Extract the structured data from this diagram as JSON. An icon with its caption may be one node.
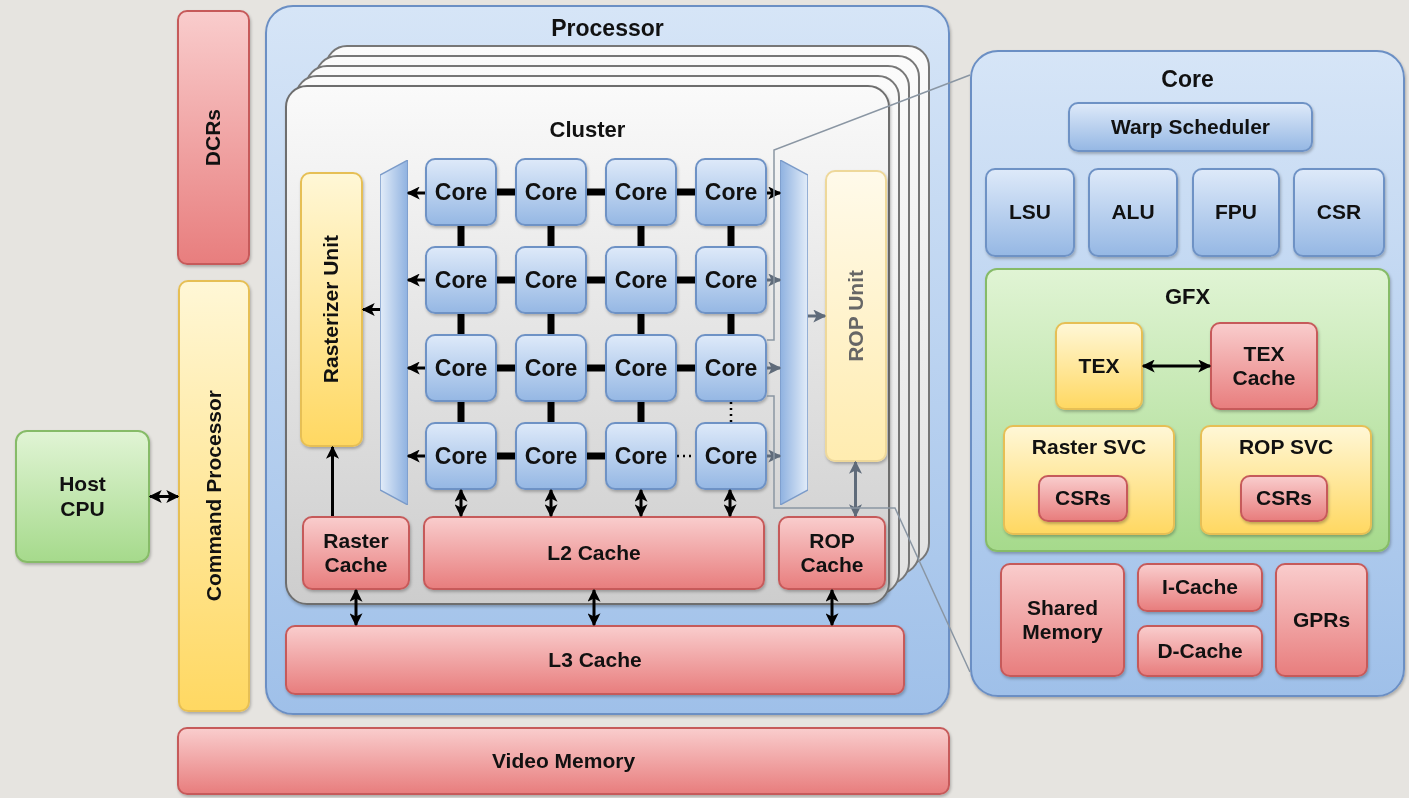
{
  "diagram": {
    "nodes": [
      {
        "text": [
          "DCRs"
        ]
      },
      {
        "text": [
          "Command Processor"
        ]
      },
      {
        "text": [
          "Host CPU"
        ]
      },
      {
        "text": [
          "Processor"
        ]
      },
      {
        "text": [
          "Cluster"
        ],
        "in": 3
      },
      {
        "text": [
          "Rasterizer Unit"
        ],
        "in": 4
      },
      {
        "text": [],
        "shape": "bar",
        "in": 4
      },
      {
        "text": [],
        "shape": "bar",
        "in": 4
      },
      {
        "text": [
          "ROP Unit"
        ],
        "in": 4
      },
      {
        "text": [
          "Core"
        ],
        "in": 4
      },
      {
        "text": [
          "Core"
        ],
        "in": 4
      },
      {
        "text": [
          "Core"
        ],
        "in": 4
      },
      {
        "text": [
          "Core"
        ],
        "in": 4
      },
      {
        "text": [
          "Core"
        ],
        "in": 4
      },
      {
        "text": [
          "Core"
        ],
        "in": 4
      },
      {
        "text": [
          "Core"
        ],
        "in": 4
      },
      {
        "text": [
          "Core"
        ],
        "in": 4
      },
      {
        "text": [
          "Core"
        ],
        "in": 4
      },
      {
        "text": [
          "Core"
        ],
        "in": 4
      },
      {
        "text": [
          "Core"
        ],
        "in": 4
      },
      {
        "text": [
          "Core"
        ],
        "in": 4
      },
      {
        "text": [
          "Core"
        ],
        "in": 4
      },
      {
        "text": [
          "Core"
        ],
        "in": 4
      },
      {
        "text": [
          "Core"
        ],
        "in": 4
      },
      {
        "text": [
          "Core"
        ],
        "in": 4
      },
      {
        "text": [
          "Raster Cache"
        ],
        "in": 4
      },
      {
        "text": [
          "L2 Cache"
        ],
        "in": 4
      },
      {
        "text": [
          "ROP Cache"
        ],
        "in": 4
      },
      {
        "text": [
          "L3 Cache"
        ],
        "in": 3
      },
      {
        "text": [
          "Video Memory"
        ]
      },
      {
        "text": [
          "Core"
        ]
      },
      {
        "text": [
          "Warp Scheduler"
        ],
        "in": 30
      },
      {
        "text": [
          "LSU"
        ],
        "in": 30
      },
      {
        "text": [
          "ALU"
        ],
        "in": 30
      },
      {
        "text": [
          "FPU"
        ],
        "in": 30
      },
      {
        "text": [
          "CSR"
        ],
        "in": 30
      },
      {
        "text": [
          "GFX"
        ],
        "in": 30
      },
      {
        "text": [
          "TEX"
        ],
        "in": 36
      },
      {
        "text": [
          "TEX Cache"
        ],
        "in": 36
      },
      {
        "text": [
          "Raster SVC"
        ],
        "in": 36
      },
      {
        "text": [
          "CSRs"
        ],
        "in": 39
      },
      {
        "text": [
          "ROP SVC"
        ],
        "in": 36
      },
      {
        "text": [
          "CSRs"
        ],
        "in": 41
      },
      {
        "text": [
          "Shared Memory"
        ],
        "in": 30
      },
      {
        "text": [
          "I-Cache"
        ],
        "in": 30
      },
      {
        "text": [
          "D-Cache"
        ],
        "in": 30
      },
      {
        "text": [
          "GPRs"
        ],
        "in": 30
      }
    ],
    "edges": [
      {
        "from": 2,
        "to": 1,
        "arrow": "both"
      },
      {
        "from": 9,
        "to": 10,
        "arrow": "none",
        "style": "thick"
      },
      {
        "from": 10,
        "to": 11,
        "arrow": "none",
        "style": "thick"
      },
      {
        "from": 11,
        "to": 12,
        "arrow": "none",
        "style": "thick"
      },
      {
        "from": 13,
        "to": 14,
        "arrow": "none",
        "style": "thick"
      },
      {
        "from": 14,
        "to": 15,
        "arrow": "none",
        "style": "thick"
      },
      {
        "from": 15,
        "to": 16,
        "arrow": "none",
        "style": "thick"
      },
      {
        "from": 17,
        "to": 18,
        "arrow": "none",
        "style": "thick"
      },
      {
        "from": 18,
        "to": 19,
        "arrow": "none",
        "style": "thick"
      },
      {
        "from": 19,
        "to": 20,
        "arrow": "none",
        "style": "thick"
      },
      {
        "from": 21,
        "to": 22,
        "arrow": "none",
        "style": "thick"
      },
      {
        "from": 22,
        "to": 23,
        "arrow": "none",
        "style": "thick"
      },
      {
        "from": 23,
        "to": 24,
        "arrow": "none",
        "style": "dashed"
      },
      {
        "from": 9,
        "to": 13,
        "arrow": "none",
        "style": "thick"
      },
      {
        "from": 10,
        "to": 14,
        "arrow": "none",
        "style": "thick"
      },
      {
        "from": 11,
        "to": 15,
        "arrow": "none",
        "style": "thick"
      },
      {
        "from": 12,
        "to": 16,
        "arrow": "none",
        "style": "thick"
      },
      {
        "from": 13,
        "to": 17,
        "arrow": "none",
        "style": "thick"
      },
      {
        "from": 14,
        "to": 18,
        "arrow": "none",
        "style": "thick"
      },
      {
        "from": 15,
        "to": 19,
        "arrow": "none",
        "style": "thick"
      },
      {
        "from": 16,
        "to": 20,
        "arrow": "none",
        "style": "thick"
      },
      {
        "from": 17,
        "to": 21,
        "arrow": "none",
        "style": "thick"
      },
      {
        "from": 18,
        "to": 22,
        "arrow": "none",
        "style": "thick"
      },
      {
        "from": 19,
        "to": 23,
        "arrow": "none",
        "style": "thick"
      },
      {
        "from": 20,
        "to": 24,
        "arrow": "none",
        "style": "dashed"
      },
      {
        "from": 9,
        "to": 6,
        "arrow": "to"
      },
      {
        "from": 13,
        "to": 6,
        "arrow": "to"
      },
      {
        "from": 17,
        "to": 6,
        "arrow": "to"
      },
      {
        "from": 21,
        "to": 6,
        "arrow": "to"
      },
      {
        "from": 6,
        "to": 5,
        "arrow": "to"
      },
      {
        "from": 12,
        "to": 7,
        "arrow": "to"
      },
      {
        "from": 16,
        "to": 7,
        "arrow": "to",
        "color": "#5f6b7a"
      },
      {
        "from": 20,
        "to": 7,
        "arrow": "to",
        "color": "#5f6b7a"
      },
      {
        "from": 24,
        "to": 7,
        "arrow": "to",
        "color": "#5f6b7a"
      },
      {
        "from": 7,
        "to": 8,
        "arrow": "to",
        "color": "#5f6b7a"
      },
      {
        "from": 21,
        "to": 26,
        "arrow": "both"
      },
      {
        "from": 22,
        "to": 26,
        "arrow": "both"
      },
      {
        "from": 23,
        "to": 26,
        "arrow": "both"
      },
      {
        "from": 24,
        "to": 26,
        "arrow": "both"
      },
      {
        "from": 25,
        "to": 5,
        "arrow": "to"
      },
      {
        "from": 8,
        "to": 27,
        "arrow": "both",
        "color": "#5f6b7a"
      },
      {
        "from": 25,
        "to": 28,
        "arrow": "both"
      },
      {
        "from": 26,
        "to": 28,
        "arrow": "both"
      },
      {
        "from": 27,
        "to": 28,
        "arrow": "both"
      },
      {
        "from": 37,
        "to": 38,
        "arrow": "both"
      },
      {
        "from": 20,
        "to": 30,
        "arrow": "none",
        "color": "#8a96a3"
      },
      {
        "from": 20,
        "to": 30,
        "arrow": "none",
        "color": "#8a96a3"
      }
    ]
  }
}
